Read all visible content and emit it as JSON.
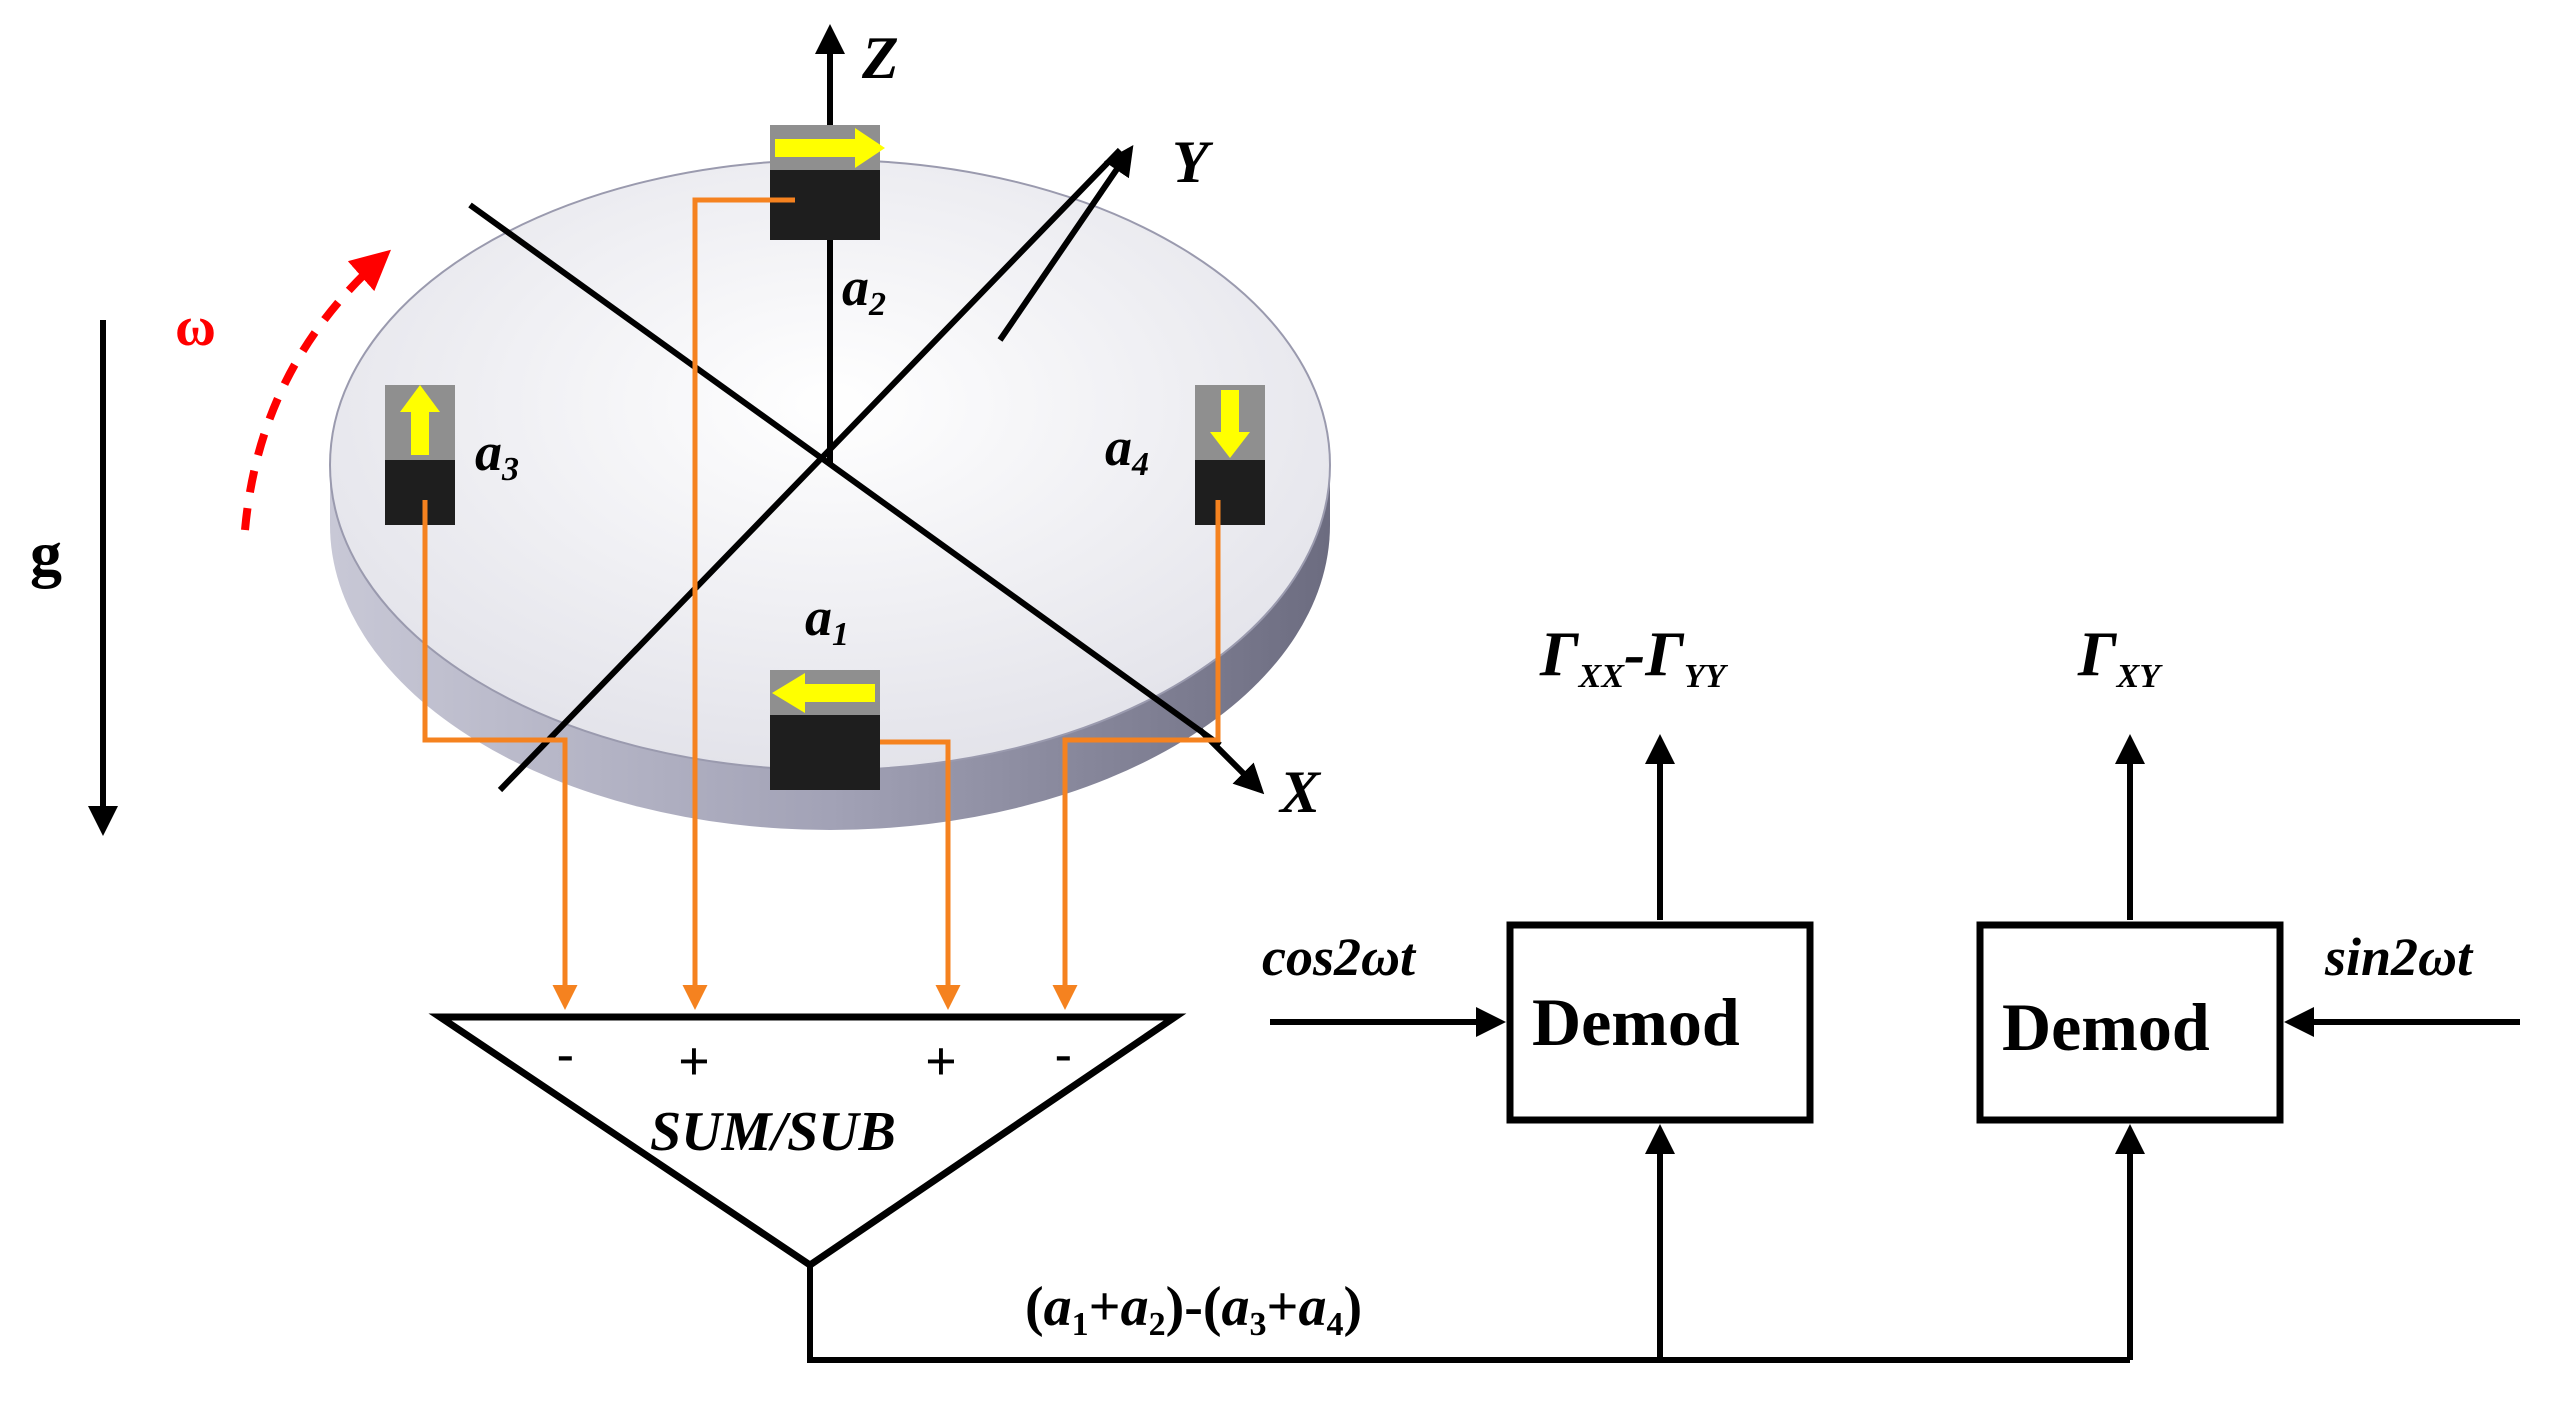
{
  "axes": {
    "x": "X",
    "y": "Y",
    "z": "Z"
  },
  "gravity": "g",
  "rotation": "ω",
  "accelerometers": [
    {
      "id": "a1",
      "base": "a",
      "sub": "1"
    },
    {
      "id": "a2",
      "base": "a",
      "sub": "2"
    },
    {
      "id": "a3",
      "base": "a",
      "sub": "3"
    },
    {
      "id": "a4",
      "base": "a",
      "sub": "4"
    }
  ],
  "summer": {
    "label": "SUM/SUB",
    "signs": [
      "-",
      "+",
      "+",
      "-"
    ]
  },
  "output_expr": {
    "a1": "a",
    "s1": "1",
    "plus": "+",
    "a2": "a",
    "s2": "2",
    "close_open": ")-(",
    "a3": "a",
    "s3": "3",
    "a4": "a",
    "s4": "4",
    "open": "(",
    "close": ")"
  },
  "demod_left": {
    "label": "Demod",
    "input": "cos2ωt",
    "output": {
      "g1": "Γ",
      "s1": "XX",
      "dash": "-",
      "g2": "Γ",
      "s2": "YY"
    }
  },
  "demod_right": {
    "label": "Demod",
    "input": "sin2ωt",
    "output": {
      "g": "Γ",
      "s": "XY"
    }
  },
  "colors": {
    "wire": "#f5821f",
    "arrow_accel": "#ffff00",
    "omega": "#ff0000",
    "disk_top": "#ececf2",
    "disk_edge": "#8c8c9e"
  }
}
